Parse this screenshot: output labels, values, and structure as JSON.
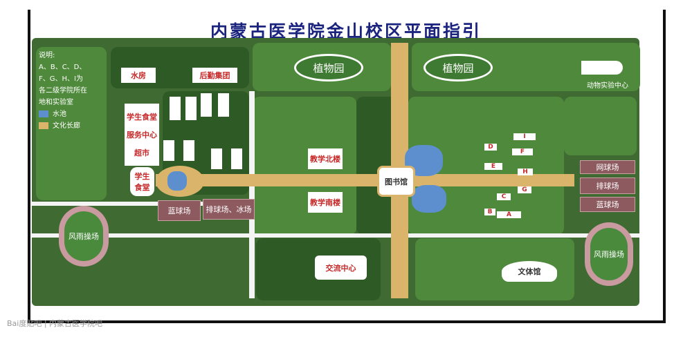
{
  "title": "内蒙古医学院金山校区平面指引",
  "legend": {
    "heading": "说明:",
    "lines": [
      "A、B、C、D、",
      "F、G、H、I为",
      "各二级学院所在",
      "地和实验室"
    ],
    "items": [
      {
        "label": "水池",
        "color": "#5d8fcf"
      },
      {
        "label": "文化长廊",
        "color": "#d9b46a"
      }
    ]
  },
  "places": {
    "water_room": "水房",
    "logistics": "后勤集团",
    "botanical_1": "植物园",
    "botanical_2": "植物园",
    "animal_center": "动物实验中心",
    "canteen_service_1": "学生食堂",
    "canteen_service_2": "服务中心",
    "supermarket": "超市",
    "canteen_a": "学生",
    "canteen_b": "食堂",
    "basketball_left": "蓝球场",
    "volleyball_ice": "排球场、冰场",
    "teaching_north": "教学北楼",
    "teaching_south": "教学南楼",
    "library": "图书馆",
    "tennis": "网球场",
    "volleyball_right": "排球场",
    "basketball_right": "蓝球场",
    "gym_left": "风雨操场",
    "gym_right": "风雨操场",
    "exchange_center": "交流中心",
    "sports_hall": "文体馆"
  },
  "buildings": [
    "A",
    "B",
    "C",
    "D",
    "E",
    "F",
    "G",
    "H",
    "I"
  ],
  "watermark": "Bai度贴吧 | 内蒙古医学院吧"
}
